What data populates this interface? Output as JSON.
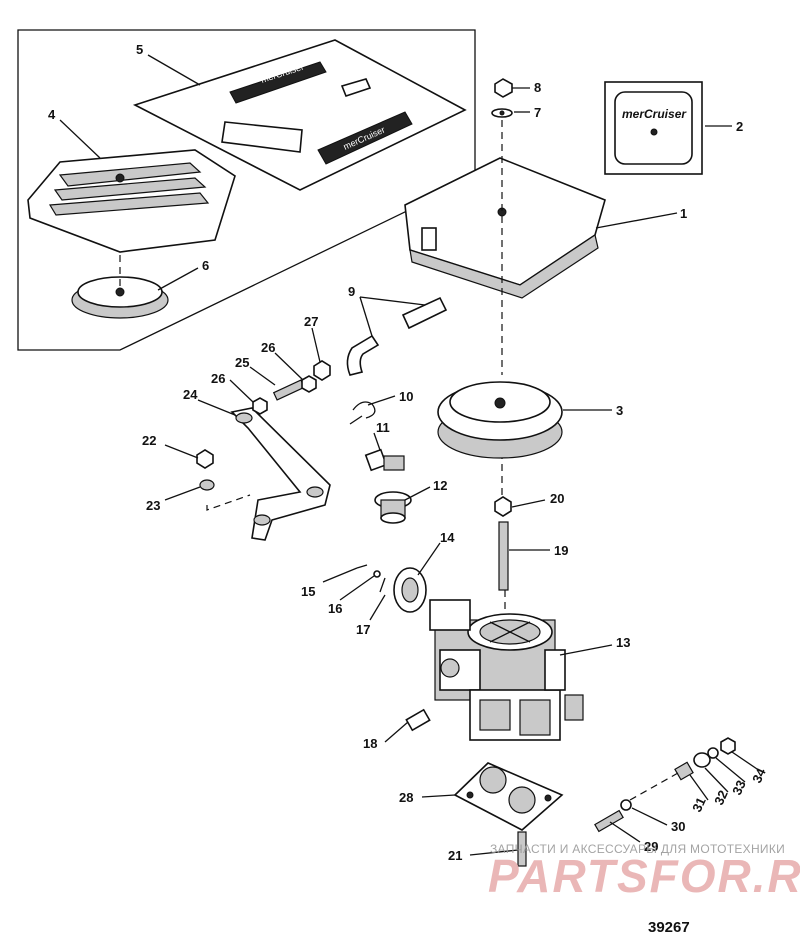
{
  "figure_number": "39267",
  "watermark": {
    "caption": "ЗАПЧАСТИ И АКСЕССУАРЫ ДЛЯ МОТОТЕХНИКИ",
    "brand": "PARTSFOR.RU"
  },
  "decal_brand": "merCruiser",
  "callouts": [
    "1",
    "2",
    "3",
    "4",
    "5",
    "6",
    "7",
    "8",
    "9",
    "10",
    "11",
    "12",
    "13",
    "14",
    "15",
    "16",
    "17",
    "18",
    "19",
    "20",
    "21",
    "22",
    "23",
    "24",
    "25",
    "26",
    "26",
    "27",
    "28",
    "29",
    "30",
    "31",
    "32",
    "33",
    "34"
  ]
}
